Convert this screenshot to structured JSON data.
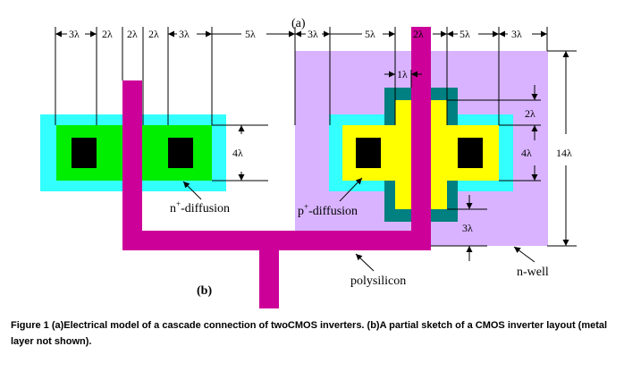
{
  "diagram": {
    "title_marker": "(a)",
    "part_b_marker": "(b)",
    "top_dims": [
      "3λ",
      "2λ",
      "2λ",
      "2λ",
      "3λ",
      "5λ",
      "3λ",
      "5λ",
      "2λ",
      "5λ",
      "3λ"
    ],
    "dim_4_left": "4λ",
    "dim_2_right": "2λ",
    "dim_4_right": "4λ",
    "dim_14": "14λ",
    "dim_1": "1λ",
    "dim_3": "3λ",
    "ndiff_label_base": "n",
    "ndiff_label_sup": "+",
    "ndiff_label_rest": "-diffusion",
    "pdiff_label_base": "p",
    "pdiff_label_sup": "+",
    "pdiff_label_rest": "-diffusion",
    "poly_label": "polysilicon",
    "nwell_label": "n-well",
    "colors": {
      "nwell": "#d9b3ff",
      "select": "#33ffff",
      "ndiff": "#00ee00",
      "pdiff": "#ffff00",
      "poly": "#cc0099",
      "contact": "#000000",
      "poly_frame": "#008080"
    }
  },
  "caption": "Figure 1 (a)Electrical model of a cascade connection of twoCMOS inverters. (b)A partial sketch of a CMOS inverter layout (metal layer not shown)."
}
